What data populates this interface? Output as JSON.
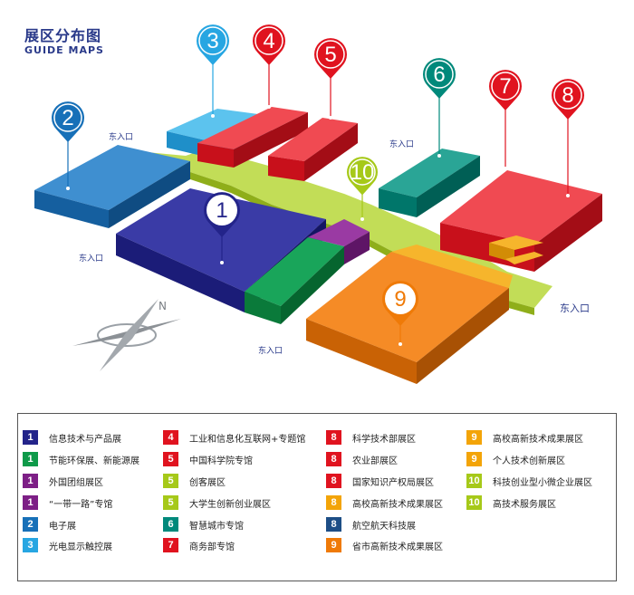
{
  "header": {
    "title": "展区分布图",
    "subtitle": "GUIDE MAPS"
  },
  "colors": {
    "navy": "#23248a",
    "green": "#0e9a49",
    "purple": "#7d1f86",
    "blue": "#1770b8",
    "cyan": "#27a6e2",
    "red": "#e0131f",
    "lime": "#a6c919",
    "teal": "#00897b",
    "darkblue": "#1d4e86",
    "orange": "#ef7a07",
    "amber": "#f3a408",
    "corridor": "#c2dd57"
  },
  "entrances": {
    "e1": "东入口",
    "e2": "东入口",
    "e3": "东入口",
    "e4": "东入口",
    "e5": "东入口"
  },
  "pins": [
    {
      "id": "pin-1",
      "label": "1"
    },
    {
      "id": "pin-2",
      "label": "2"
    },
    {
      "id": "pin-3",
      "label": "3"
    },
    {
      "id": "pin-4",
      "label": "4"
    },
    {
      "id": "pin-5",
      "label": "5"
    },
    {
      "id": "pin-6",
      "label": "6"
    },
    {
      "id": "pin-7",
      "label": "7"
    },
    {
      "id": "pin-8",
      "label": "8"
    },
    {
      "id": "pin-9",
      "label": "9"
    },
    {
      "id": "pin-10",
      "label": "10"
    }
  ],
  "compass": {
    "letter": "N"
  },
  "legend": [
    {
      "num": "1",
      "color": "#23248a",
      "label": "信息技术与产品展"
    },
    {
      "num": "1",
      "color": "#0e9a49",
      "label": "节能环保展、新能源展"
    },
    {
      "num": "1",
      "color": "#7d1f86",
      "label": "外国团组展区"
    },
    {
      "num": "1",
      "color": "#7d1f86",
      "label": "“一带一路”专馆"
    },
    {
      "num": "2",
      "color": "#1770b8",
      "label": "电子展"
    },
    {
      "num": "3",
      "color": "#27a6e2",
      "label": "光电显示触控展"
    },
    {
      "num": "4",
      "color": "#e0131f",
      "label": "工业和信息化互联网+专题馆"
    },
    {
      "num": "5",
      "color": "#e0131f",
      "label": "中国科学院专馆"
    },
    {
      "num": "5",
      "color": "#a6c919",
      "label": "创客展区"
    },
    {
      "num": "5",
      "color": "#a6c919",
      "label": "大学生创新创业展区"
    },
    {
      "num": "6",
      "color": "#00897b",
      "label": "智慧城市专馆"
    },
    {
      "num": "7",
      "color": "#e0131f",
      "label": "商务部专馆"
    },
    {
      "num": "8",
      "color": "#e0131f",
      "label": "科学技术部展区"
    },
    {
      "num": "8",
      "color": "#e0131f",
      "label": "农业部展区"
    },
    {
      "num": "8",
      "color": "#e0131f",
      "label": "国家知识产权局展区"
    },
    {
      "num": "8",
      "color": "#f3a408",
      "label": "高校高新技术成果展区"
    },
    {
      "num": "8",
      "color": "#1d4e86",
      "label": "航空航天科技展"
    },
    {
      "num": "9",
      "color": "#ef7a07",
      "label": "省市高新技术成果展区"
    },
    {
      "num": "9",
      "color": "#f3a408",
      "label": "高校高新技术成果展区"
    },
    {
      "num": "9",
      "color": "#f3a408",
      "label": "个人技术创新展区"
    },
    {
      "num": "10",
      "color": "#a6c919",
      "label": "科技创业型小微企业展区"
    },
    {
      "num": "10",
      "color": "#a6c919",
      "label": "高技术服务展区"
    }
  ]
}
